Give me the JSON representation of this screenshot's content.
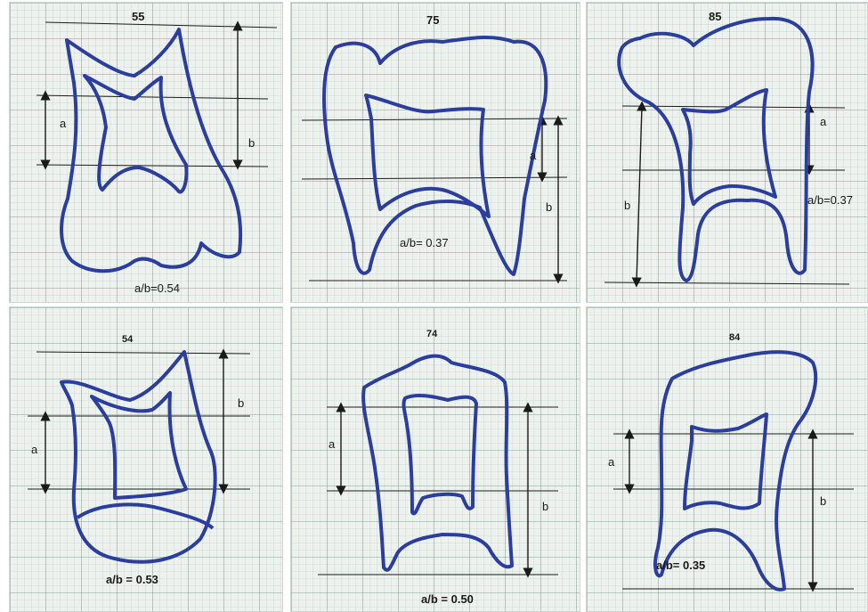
{
  "colors": {
    "paper": "#eef2ee",
    "grid_minor": "#a9d1c6",
    "grid_major": "#6fa89a",
    "ink": "#2b3e9e",
    "line": "#1a1a1a"
  },
  "panels": [
    {
      "number": "55",
      "ratio": "a/b=0.54",
      "a_label": "a",
      "b_label": "b"
    },
    {
      "number": "75",
      "ratio": "a/b= 0.37",
      "a_label": "a",
      "b_label": "b"
    },
    {
      "number": "85",
      "ratio": "a/b=0.37",
      "a_label": "a",
      "b_label": "b"
    },
    {
      "number": "54",
      "ratio": "a/b = 0.53",
      "a_label": "a",
      "b_label": "b"
    },
    {
      "number": "74",
      "ratio": "a/b = 0.50",
      "a_label": "a",
      "b_label": "b"
    },
    {
      "number": "84",
      "ratio": "a/b= 0.35",
      "a_label": "a",
      "b_label": "b"
    }
  ]
}
